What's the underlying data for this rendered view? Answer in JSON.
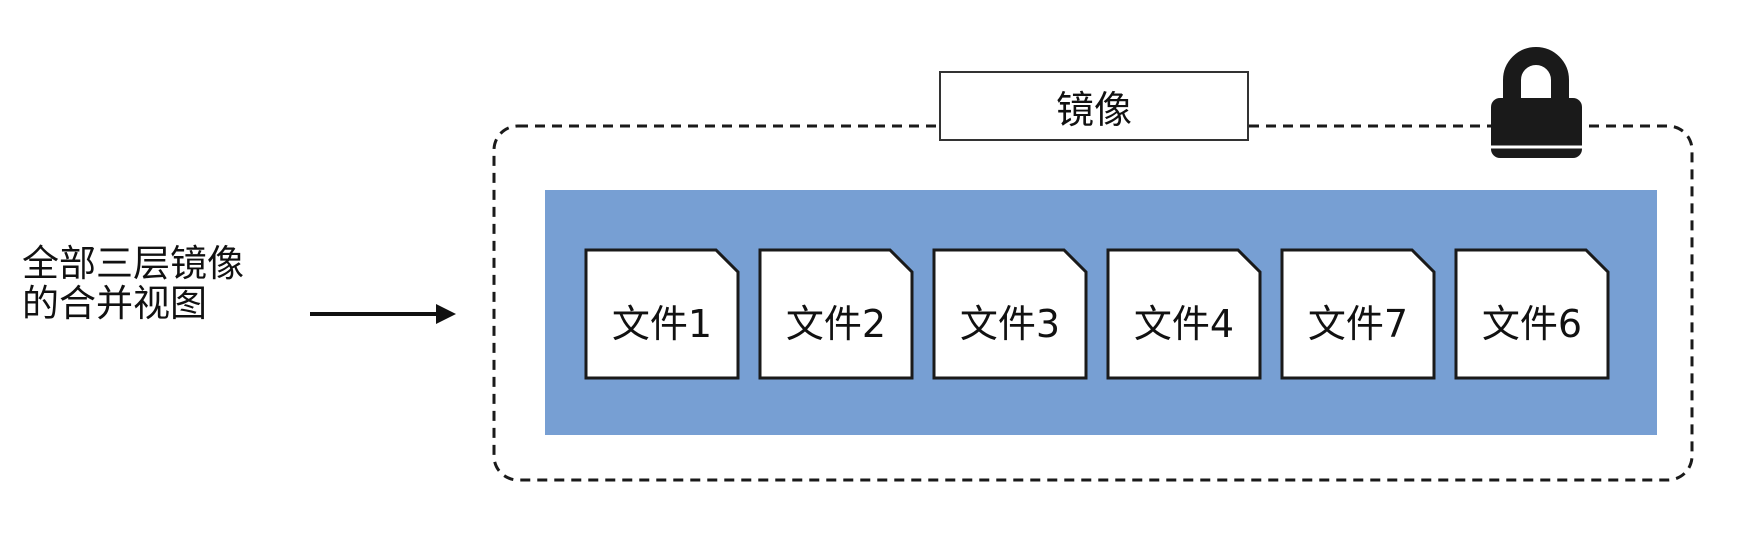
{
  "side_label": {
    "line1": "全部三层镜像",
    "line2": "的合并视图"
  },
  "image_box": {
    "title": "镜像"
  },
  "files": [
    {
      "label": "文件1"
    },
    {
      "label": "文件2"
    },
    {
      "label": "文件3"
    },
    {
      "label": "文件4"
    },
    {
      "label": "文件7"
    },
    {
      "label": "文件6"
    }
  ],
  "icons": {
    "lock": "lock-icon",
    "arrow": "arrow-right"
  },
  "colors": {
    "layer_fill": "#779fd3",
    "outline": "#1a1a1a",
    "file_fill": "#ffffff",
    "lock": "#1a1a1a"
  }
}
